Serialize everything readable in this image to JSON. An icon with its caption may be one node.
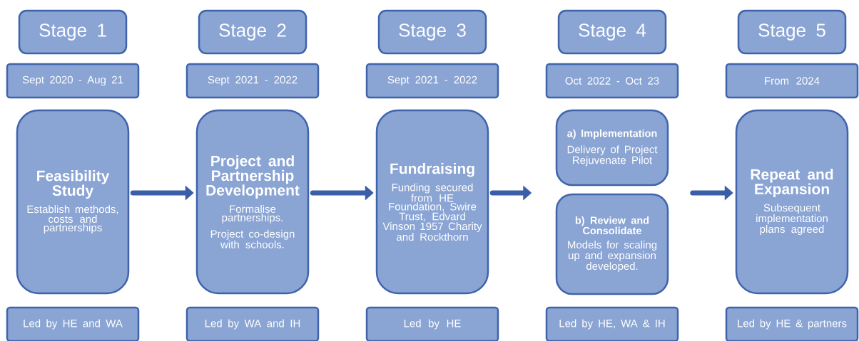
{
  "diagram": {
    "nodes": [
      {
        "text": [
          "Stage 1"
        ]
      },
      {
        "text": [
          "Sept 2020 - Aug 21"
        ]
      },
      {
        "text": [
          "Feasibility Study",
          "Establish methods, costs and partnerships"
        ]
      },
      {
        "text": [
          "Led by HE and WA"
        ]
      },
      {
        "text": [
          "Stage 2"
        ]
      },
      {
        "text": [
          "Sept 2021 - 2022"
        ]
      },
      {
        "text": [
          "Project and Partnership Development",
          "Formalise partnerships.",
          "Project co-design with schools."
        ]
      },
      {
        "text": [
          "Led by WA and IH"
        ]
      },
      {
        "text": [
          "Stage 3"
        ]
      },
      {
        "text": [
          "Sept 2021 - 2022"
        ]
      },
      {
        "text": [
          "Fundraising",
          "Funding secured from HE Foundation, Swire Trust, Edvard Vinson 1957 Charity and Rockthorn"
        ]
      },
      {
        "text": [
          "Led by HE"
        ]
      },
      {
        "text": [
          "Stage 4"
        ]
      },
      {
        "text": [
          "Oct 2022 - Oct 23"
        ]
      },
      {
        "text": [
          "a) Implementation",
          "Delivery of Project Rejuvenate Pilot"
        ]
      },
      {
        "text": [
          "b) Review and Consolidate",
          "Models for scaling up and expansion developed."
        ]
      },
      {
        "text": [
          "Led by HE, WA & IH"
        ]
      },
      {
        "text": [
          "Stage 5"
        ]
      },
      {
        "text": [
          "From 2024"
        ]
      },
      {
        "text": [
          "Repeat and Expansion",
          "Subsequent implementation plans agreed"
        ]
      },
      {
        "text": [
          "Led by HE & partners"
        ]
      }
    ],
    "edges": [
      {
        "from": 2,
        "to": 6,
        "arrow": "to"
      },
      {
        "from": 6,
        "to": 10,
        "arrow": "to"
      },
      {
        "from": 10,
        "to": null,
        "arrow": "to"
      },
      {
        "from": null,
        "to": 19,
        "arrow": "to"
      }
    ]
  }
}
